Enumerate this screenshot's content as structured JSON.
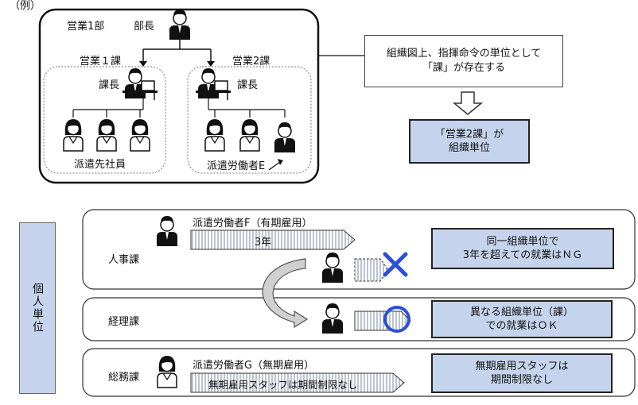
{
  "example_label": "（例）",
  "org": {
    "dept": "営業1部",
    "manager": "部長",
    "section1": "営業１課",
    "section2": "営業2課",
    "chief": "課長",
    "client_staff": "派遣先社員",
    "worker_e": "派遣労働者E"
  },
  "note": {
    "line1": "組織図上、指揮命令の単位として",
    "line2": "「課」が存在する"
  },
  "unit_box": {
    "line1": "「営業2課」が",
    "line2": "組織単位"
  },
  "side_label": "個人単位",
  "rows": {
    "hr": {
      "dept": "人事課",
      "worker": "派遣労働者F（有期雇用）",
      "term": "3年",
      "result_line1": "同一組織単位で",
      "result_line2": "3年を超えての就業はＮＧ"
    },
    "accounting": {
      "dept": "経理課",
      "result_line1": "異なる組織単位（課）",
      "result_line2": "での就業はＯＫ"
    },
    "general": {
      "dept": "総務課",
      "worker": "派遣労働者G（無期雇用）",
      "term": "無期雇用スタッフは期間制限なし",
      "result_line1": "無期雇用スタッフは",
      "result_line2": "期間制限なし"
    }
  },
  "colors": {
    "accent_fill": "#c5d4ec",
    "cross": "#2b4fd8",
    "circle": "#2b4fd8"
  }
}
